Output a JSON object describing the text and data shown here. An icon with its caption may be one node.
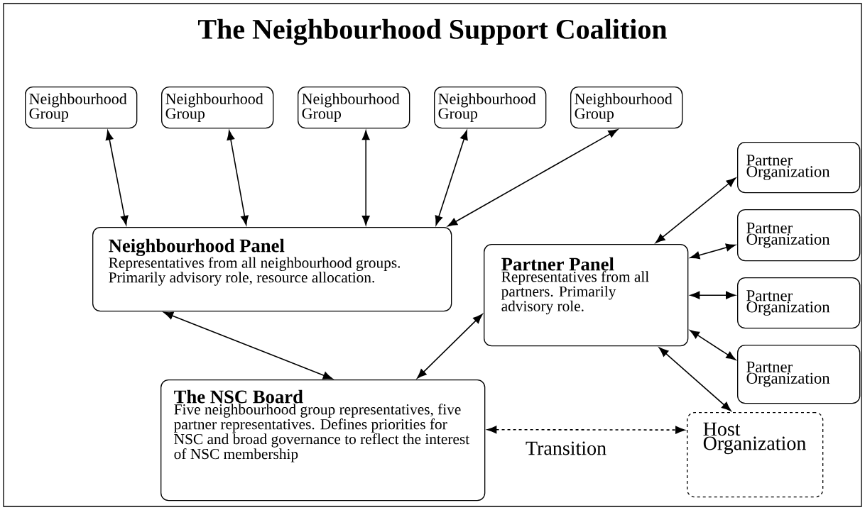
{
  "diagram": {
    "title": "The Neighbourhood Support Coalition",
    "nodes": [
      {
        "text": [
          "Neighbourhood Group"
        ]
      },
      {
        "text": [
          "Neighbourhood Group"
        ]
      },
      {
        "text": [
          "Neighbourhood Group"
        ]
      },
      {
        "text": [
          "Neighbourhood Group"
        ]
      },
      {
        "text": [
          "Neighbourhood Group"
        ]
      },
      {
        "text": [
          "Neighbourhood Panel",
          "Representatives from all neighbourhood groups. Primarily advisory role, resource allocation."
        ]
      },
      {
        "text": [
          "Partner Panel",
          "Representatives from all partners. Primarily advisory role."
        ]
      },
      {
        "text": [
          "Partner Organization"
        ]
      },
      {
        "text": [
          "Partner Organization"
        ]
      },
      {
        "text": [
          "Partner Organization"
        ]
      },
      {
        "text": [
          "Partner Organization"
        ]
      },
      {
        "text": [
          "The NSC Board",
          "Five neighbourhood group representatives, five partner representatives. Defines priorities for NSC and broad governance to reflect the interest of NSC membership"
        ]
      },
      {
        "text": [
          "Host Organization"
        ]
      }
    ],
    "edges": [
      {
        "from": 0,
        "to": 5,
        "arrow": "both"
      },
      {
        "from": 1,
        "to": 5,
        "arrow": "both"
      },
      {
        "from": 2,
        "to": 5,
        "arrow": "both"
      },
      {
        "from": 3,
        "to": 5,
        "arrow": "both"
      },
      {
        "from": 4,
        "to": 5,
        "arrow": "both"
      },
      {
        "from": 5,
        "to": 11,
        "arrow": "both"
      },
      {
        "from": 6,
        "to": 11,
        "arrow": "both"
      },
      {
        "from": 6,
        "to": 7,
        "arrow": "both"
      },
      {
        "from": 6,
        "to": 8,
        "arrow": "both"
      },
      {
        "from": 6,
        "to": 9,
        "arrow": "both"
      },
      {
        "from": 6,
        "to": 10,
        "arrow": "both"
      },
      {
        "from": 6,
        "to": 12,
        "arrow": "both"
      },
      {
        "from": 11,
        "to": 12,
        "arrow": "both",
        "style": "dashed",
        "label": "Transition"
      }
    ]
  }
}
